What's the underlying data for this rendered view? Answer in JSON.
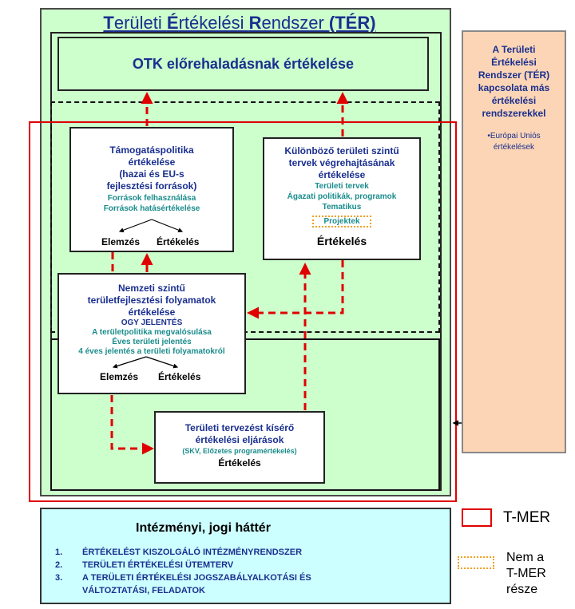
{
  "title": {
    "parts": [
      {
        "text": "T",
        "bold": true
      },
      {
        "text": "erületi ",
        "bold": false
      },
      {
        "text": "É",
        "bold": true
      },
      {
        "text": "rtékelési ",
        "bold": false
      },
      {
        "text": "R",
        "bold": true
      },
      {
        "text": "endszer ",
        "bold": false
      },
      {
        "text": "(TÉR)",
        "bold": true
      }
    ]
  },
  "otk": "OTK előrehaladásnak értékelése",
  "tamogatas": {
    "title_lines": [
      "Támogatáspolitika",
      "értékelése",
      "(hazai és EU-s",
      "fejlesztési források)"
    ],
    "sub_lines": [
      "Források felhasználása",
      "Források hatásértékelése"
    ],
    "left_label": "Elemzés",
    "right_label": "Értékelés"
  },
  "kulonbozo": {
    "title_lines": [
      "Különböző területi szintű",
      "tervek végrehajtásának",
      "értékelése"
    ],
    "sub_lines": [
      "Területi tervek",
      "Ágazati politikák, programok",
      "Tematikus"
    ],
    "projektek": "Projektek",
    "label": "Értékelés"
  },
  "nemzeti": {
    "title_lines": [
      "Nemzeti szintű",
      "területfejlesztési folyamatok",
      "értékelése"
    ],
    "sub_lines": [
      "OGY JELENTÉS",
      "A területpolitika megvalósulása",
      "Éves területi jelentés",
      "4 éves jelentés a területi folyamatokról"
    ],
    "left_label": "Elemzés",
    "right_label": "Értékelés"
  },
  "teruleti": {
    "title_lines": [
      "Területi tervezést kísérő",
      "értékelési eljárások"
    ],
    "sub": "(SKV, Előzetes programértékelés)",
    "label": "Értékelés"
  },
  "side_panel": {
    "title_lines": [
      "A Területi",
      "Értékelési",
      "Rendszer (TÉR)",
      "kapcsolata más",
      "értékelési",
      "rendszerekkel"
    ],
    "bullet_lines": [
      "•Európai Uniós",
      "értékelések"
    ]
  },
  "institutional": {
    "heading": "Intézményi, jogi háttér",
    "items": [
      {
        "num": "1.",
        "lines": [
          "ÉRTÉKELÉST KISZOLGÁLÓ INTÉZMÉNYRENDSZER"
        ]
      },
      {
        "num": "2.",
        "lines": [
          "TERÜLETI ÉRTÉKELÉSI ÜTEMTERV"
        ]
      },
      {
        "num": "3.",
        "lines": [
          "A TERÜLETI ÉRTÉKELÉSI JOGSZABÁLYALKOTÁSI ÉS",
          "VÁLTOZTATÁSI, FELADATOK"
        ]
      }
    ]
  },
  "legend": {
    "tmer": "T-MER",
    "nem_lines": [
      "Nem a",
      "T-MER",
      "része"
    ]
  },
  "colors": {
    "title_blue": "#1a2f8f",
    "teal": "#1a8c8c",
    "red": "#e00000",
    "orange": "#f0a020",
    "green_bg": "#ccffcc",
    "cyan_bg": "#ccffff",
    "peach_bg": "#fbd5b5"
  }
}
